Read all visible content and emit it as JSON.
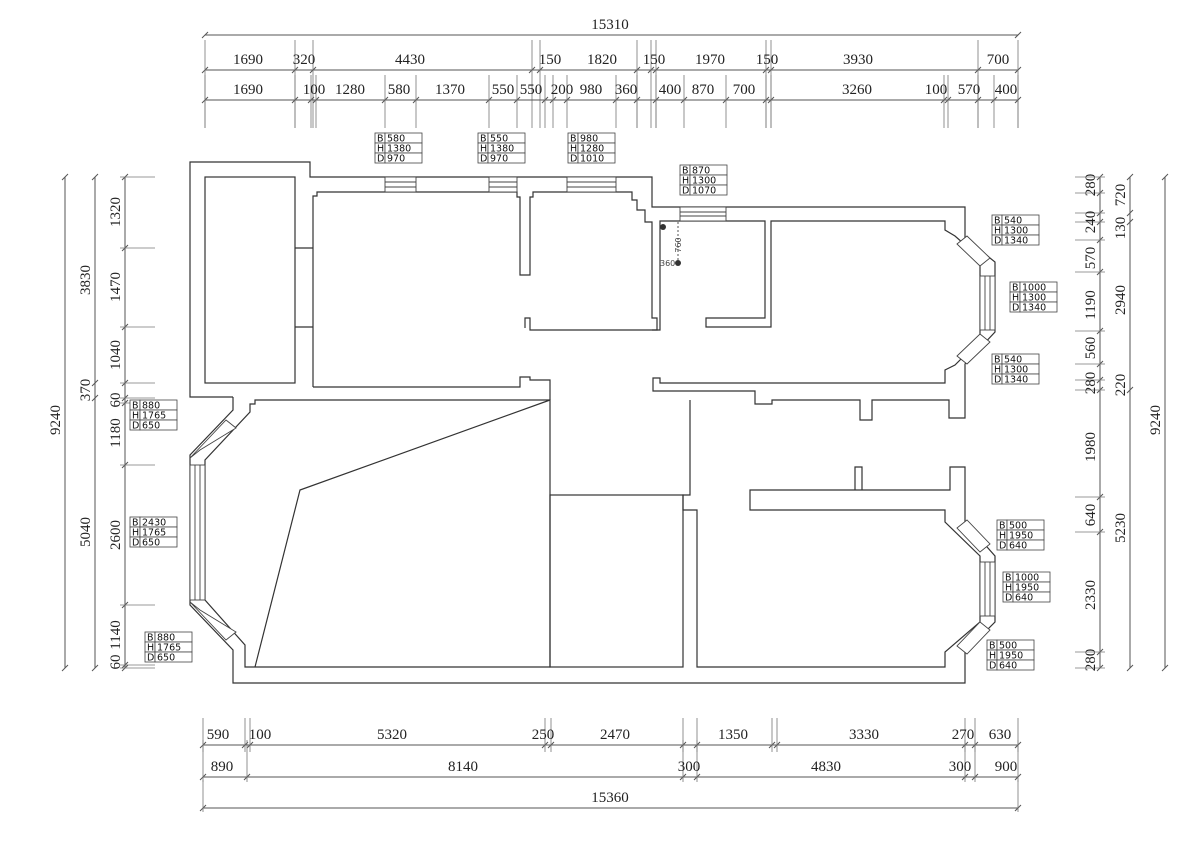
{
  "dimensions": {
    "top_total": "15310",
    "top_row1": [
      "1690",
      "320",
      "4430",
      "150",
      "1820",
      "150",
      "1970",
      "150",
      "3930",
      "700"
    ],
    "top_row2": [
      "1690",
      "100",
      "1280",
      "580",
      "1370",
      "550",
      "550",
      "200",
      "980",
      "360",
      "400",
      "870",
      "700",
      "3260",
      "100",
      "570",
      "400"
    ],
    "left_outer": "9240",
    "left_mid": [
      "3830",
      "370",
      "5040"
    ],
    "left_inner": [
      "1320",
      "1470",
      "1040",
      "60",
      "1180",
      "2600",
      "1140",
      "60"
    ],
    "right_inner": [
      "280",
      "240",
      "570",
      "1190",
      "560",
      "280",
      "1980",
      "640",
      "2330",
      "280"
    ],
    "right_mid": [
      "720",
      "130",
      "2940",
      "220",
      "5230"
    ],
    "right_outer": "9240",
    "bottom_row1": [
      "590",
      "100",
      "5320",
      "250",
      "2470",
      "1350",
      "3330",
      "270",
      "630"
    ],
    "bottom_row2": [
      "890",
      "8140",
      "300",
      "4830",
      "300",
      "900"
    ],
    "bottom_total": "15360"
  },
  "annotations": [
    "760",
    "360"
  ],
  "tag_labels": [
    "B",
    "H",
    "D"
  ],
  "window_tags": [
    {
      "B": "580",
      "H": "1380",
      "D": "970"
    },
    {
      "B": "550",
      "H": "1380",
      "D": "970"
    },
    {
      "B": "980",
      "H": "1280",
      "D": "1010"
    },
    {
      "B": "870",
      "H": "1300",
      "D": "1070"
    },
    {
      "B": "540",
      "H": "1300",
      "D": "1340"
    },
    {
      "B": "1000",
      "H": "1300",
      "D": "1340"
    },
    {
      "B": "540",
      "H": "1300",
      "D": "1340"
    },
    {
      "B": "880",
      "H": "1765",
      "D": "650"
    },
    {
      "B": "2430",
      "H": "1765",
      "D": "650"
    },
    {
      "B": "880",
      "H": "1765",
      "D": "650"
    },
    {
      "B": "500",
      "H": "1950",
      "D": "640"
    },
    {
      "B": "1000",
      "H": "1950",
      "D": "640"
    },
    {
      "B": "500",
      "H": "1950",
      "D": "640"
    }
  ]
}
